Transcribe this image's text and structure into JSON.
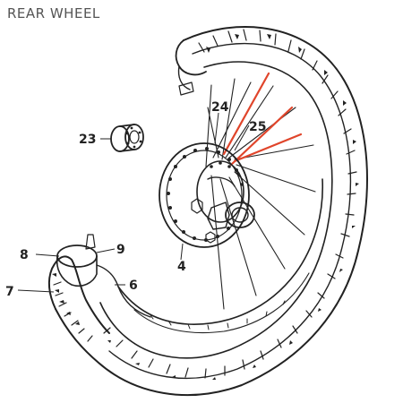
{
  "title": "REAR WHEEL",
  "parts": {
    "p4": "4",
    "p6": "6",
    "p7": "7",
    "p8": "8",
    "p9": "9",
    "p23": "23",
    "p24": "24",
    "p25": "25"
  },
  "colors": {
    "ink": "#222222",
    "highlight_spokes": "#e0452b",
    "title": "#555555"
  }
}
